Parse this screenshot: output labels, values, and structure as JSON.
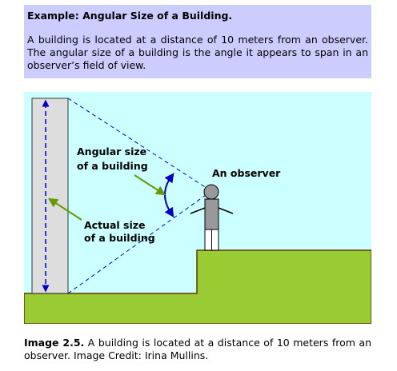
{
  "example": {
    "title": "Example: Angular Size of a Building.",
    "body": "A building is located at a distance of 10 meters from an observer. The angular size of a building is the angle it appears to span in an observer’s field of view."
  },
  "figure": {
    "angular_label_line1": "Angular size",
    "angular_label_line2": "of a building",
    "actual_label_line1": "Actual size",
    "actual_label_line2": "of a building",
    "observer_label": "An observer",
    "colors": {
      "sky": "#ccffff",
      "ground": "#99cc33",
      "building": "#dddddd",
      "dashed_lines": "#0000cc",
      "pointer_arrows": "#669900",
      "observer_body": "#999999"
    }
  },
  "caption": {
    "label": "Image 2.5.",
    "text": " A building is located at a distance of 10 meters from an observer. Image Credit: Irina Mullins."
  }
}
